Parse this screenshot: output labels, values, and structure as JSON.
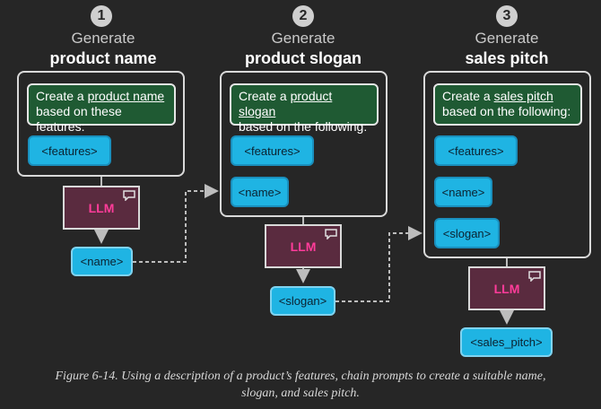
{
  "steps": [
    {
      "number": "1",
      "line1": "Generate",
      "line2": "product name",
      "prompt_pre": "Create a ",
      "prompt_term": "product name",
      "prompt_post": "based on these features:",
      "inputs": [
        "<features>"
      ],
      "model": "LLM",
      "output": "<name>"
    },
    {
      "number": "2",
      "line1": "Generate",
      "line2": "product slogan",
      "prompt_pre": "Create a ",
      "prompt_term": "product slogan",
      "prompt_post": "based on the following:",
      "inputs": [
        "<features>",
        "<name>"
      ],
      "model": "LLM",
      "output": "<slogan>"
    },
    {
      "number": "3",
      "line1": "Generate",
      "line2": "sales pitch",
      "prompt_pre": "Create a ",
      "prompt_term": "sales pitch",
      "prompt_post": "based on the following:",
      "inputs": [
        "<features>",
        "<name>",
        "<slogan>"
      ],
      "model": "LLM",
      "output": "<sales_pitch>"
    }
  ],
  "caption_line1": "Figure 6-14. Using a description of a product’s features, chain prompts to create a suitable name,",
  "caption_line2": "slogan, and sales pitch.",
  "colors": {
    "background": "#262626",
    "prompt_fill": "#1f5a33",
    "pill_fill": "#1fb4e3",
    "llm_fill": "#5a2b3f",
    "llm_text": "#ff3c9a"
  }
}
